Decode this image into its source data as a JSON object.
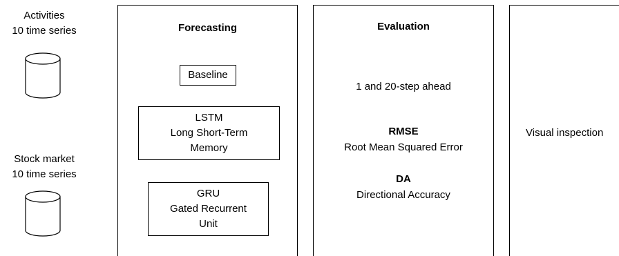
{
  "data_sources": [
    {
      "name": "Activities",
      "detail": "10 time series"
    },
    {
      "name": "Stock market",
      "detail": "10 time series"
    }
  ],
  "panels": {
    "forecasting": {
      "title": "Forecasting",
      "models": [
        {
          "lines": [
            "Baseline"
          ]
        },
        {
          "lines": [
            "LSTM",
            "Long Short-Term",
            "Memory"
          ]
        },
        {
          "lines": [
            "GRU",
            "Gated Recurrent",
            "Unit"
          ]
        }
      ]
    },
    "evaluation": {
      "title": "Evaluation",
      "horizon": "1 and 20-step ahead",
      "metrics": [
        {
          "abbr": "RMSE",
          "full": "Root Mean Squared Error"
        },
        {
          "abbr": "DA",
          "full": "Directional Accuracy"
        }
      ]
    },
    "inspection": {
      "text": "Visual inspection"
    }
  }
}
